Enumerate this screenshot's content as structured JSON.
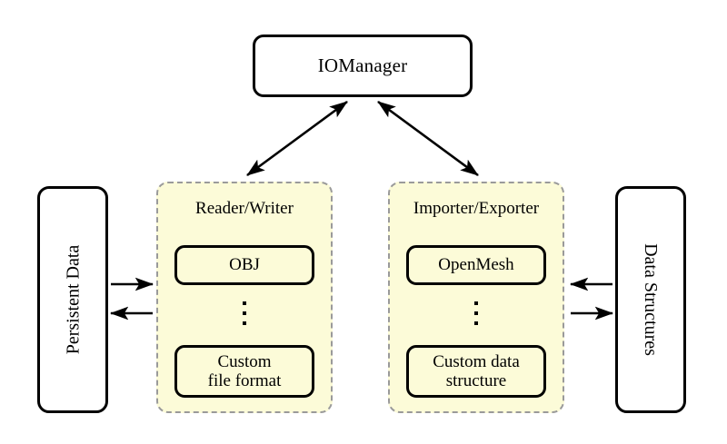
{
  "diagram": {
    "title_node": {
      "label": "IOManager"
    },
    "side_nodes": [
      {
        "name": "persistent-data",
        "label": "Persistent Data",
        "orientation": "rotated-up"
      },
      {
        "name": "data-structures",
        "label": "Data Structures",
        "orientation": "rotated-down"
      }
    ],
    "panels": [
      {
        "name": "reader-writer",
        "title": "Reader/Writer",
        "items": [
          {
            "label": "OBJ"
          },
          {
            "label": "Custom\nfile format",
            "line1": "Custom",
            "line2": "file format"
          }
        ],
        "ellipsis": "vertical-dots"
      },
      {
        "name": "importer-exporter",
        "title": "Importer/Exporter",
        "items": [
          {
            "label": "OpenMesh"
          },
          {
            "label": "Custom data\nstructure",
            "line1": "Custom data",
            "line2": "structure"
          }
        ],
        "ellipsis": "vertical-dots"
      }
    ],
    "connections": [
      {
        "name": "manager-to-reader-writer",
        "kind": "double-arrow",
        "from": "IOManager",
        "to": "Reader/Writer"
      },
      {
        "name": "manager-to-importer-exporter",
        "kind": "double-arrow",
        "from": "IOManager",
        "to": "Importer/Exporter"
      },
      {
        "name": "persistent-data-to-reader-writer",
        "kind": "arrow-right",
        "from": "Persistent Data",
        "to": "Reader/Writer"
      },
      {
        "name": "reader-writer-to-persistent-data",
        "kind": "arrow-left",
        "from": "Reader/Writer",
        "to": "Persistent Data"
      },
      {
        "name": "data-structures-to-importer-exporter",
        "kind": "arrow-left",
        "from": "Data Structures",
        "to": "Importer/Exporter"
      },
      {
        "name": "importer-exporter-to-data-structures",
        "kind": "arrow-right",
        "from": "Importer/Exporter",
        "to": "Data Structures"
      }
    ],
    "colors": {
      "panel_fill": "#fcfbd8",
      "panel_border": "#9a9a9a",
      "node_border": "#000000",
      "background": "#ffffff"
    }
  }
}
